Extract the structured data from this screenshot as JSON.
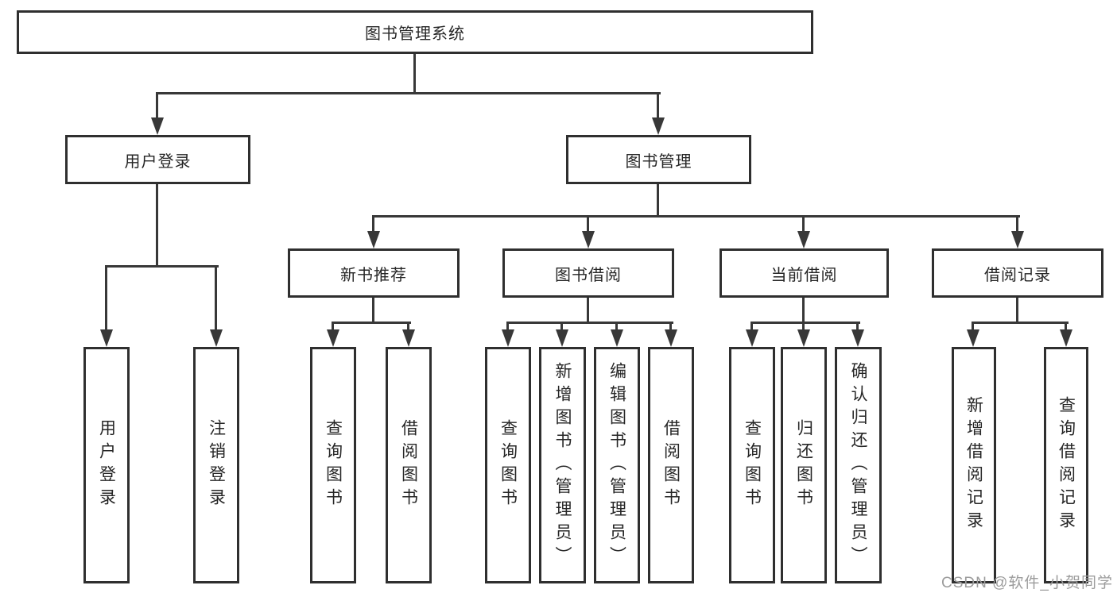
{
  "diagram": {
    "type": "hierarchy-tree",
    "nodes": {
      "root": "图书管理系统",
      "user_login": "用户登录",
      "book_mgmt": "图书管理",
      "new_book_rec": "新书推荐",
      "book_borrow": "图书借阅",
      "current_borrow": "当前借阅",
      "borrow_record": "借阅记录",
      "leaves": {
        "user_login": [
          "用户登录",
          "注销登录"
        ],
        "new_book_rec": [
          "查询图书",
          "借阅图书"
        ],
        "book_borrow": [
          "查询图书",
          "新增图书（管理员）",
          "编辑图书（管理员）",
          "借阅图书"
        ],
        "current_borrow": [
          "查询图书",
          "归还图书",
          "确认归还（管理员）"
        ],
        "borrow_record": [
          "新增借阅记录",
          "查询借阅记录"
        ]
      }
    },
    "colors": {
      "line": "#383838",
      "box_border": "#2f2f2f",
      "box_fill": "#ffffff",
      "text": "#262626",
      "background": "#ffffff",
      "watermark": "#9c9c9c"
    }
  },
  "watermark": "CSDN @软件_小贺同学"
}
